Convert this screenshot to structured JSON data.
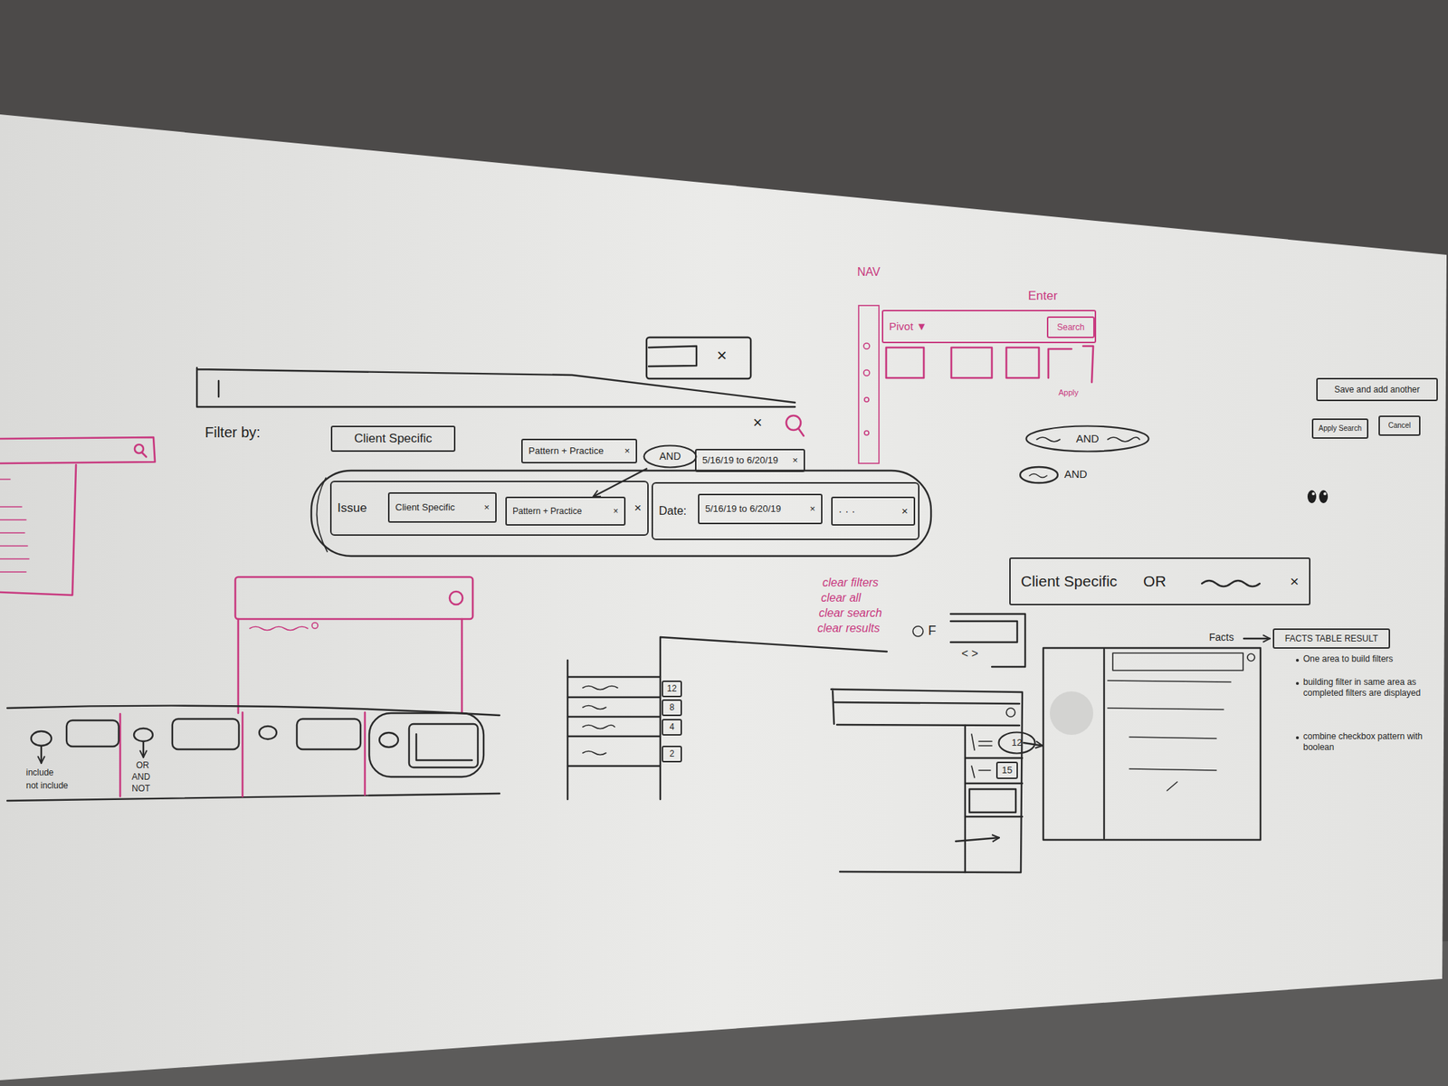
{
  "diagram": {
    "nodes": [
      {
        "text": [
          "Client Specific"
        ]
      },
      {
        "text": [
          "Pattern + Practice",
          "×"
        ]
      },
      {
        "text": [
          "AND"
        ]
      },
      {
        "text": [
          "5/16/19 to 6/20/19",
          "×"
        ]
      },
      {
        "text": [
          "Issue",
          "×"
        ]
      },
      {
        "text": [
          "Client Specific",
          "×"
        ],
        "in": 4
      },
      {
        "text": [
          "Pattern + Practice",
          "×"
        ],
        "in": 4
      },
      {
        "text": [
          "Date:"
        ]
      },
      {
        "text": [
          "5/16/19 to 6/20/19",
          "×"
        ],
        "in": 7
      },
      {
        "text": [
          "· · ·",
          "×"
        ],
        "in": 7
      },
      {
        "text": [
          "Pivot ▼"
        ]
      },
      {
        "text": [
          "Search"
        ],
        "in": 10
      },
      {
        "text": [
          "AND"
        ]
      },
      {
        "text": [
          "Save and add another"
        ]
      },
      {
        "text": [
          "Apply Search"
        ]
      },
      {
        "text": [
          "Cancel"
        ]
      },
      {
        "text": [
          "Client Specific",
          "OR",
          "×"
        ]
      },
      {
        "text": [
          "FACTS TABLE RESULT"
        ]
      },
      {
        "text": [
          "12"
        ]
      },
      {
        "text": [
          "15"
        ]
      },
      {
        "text": [
          "12"
        ]
      },
      {
        "text": [
          "8"
        ]
      },
      {
        "text": [
          "4"
        ]
      },
      {
        "text": [
          "2"
        ]
      }
    ],
    "edges": [
      {
        "from": 2,
        "to": 6,
        "arrow": "to"
      }
    ],
    "labels": [
      "Filter by:",
      "×",
      "×",
      "NAV",
      "Enter",
      "Apply",
      "AND",
      "clear filters",
      "clear all",
      "clear search",
      "clear results",
      "F",
      "< >",
      "Facts",
      "One area to build filters",
      "building filter in same area as completed filters are displayed",
      "combine checkbox pattern with boolean",
      "include",
      "not include",
      "OR",
      "AND",
      "NOT"
    ]
  }
}
